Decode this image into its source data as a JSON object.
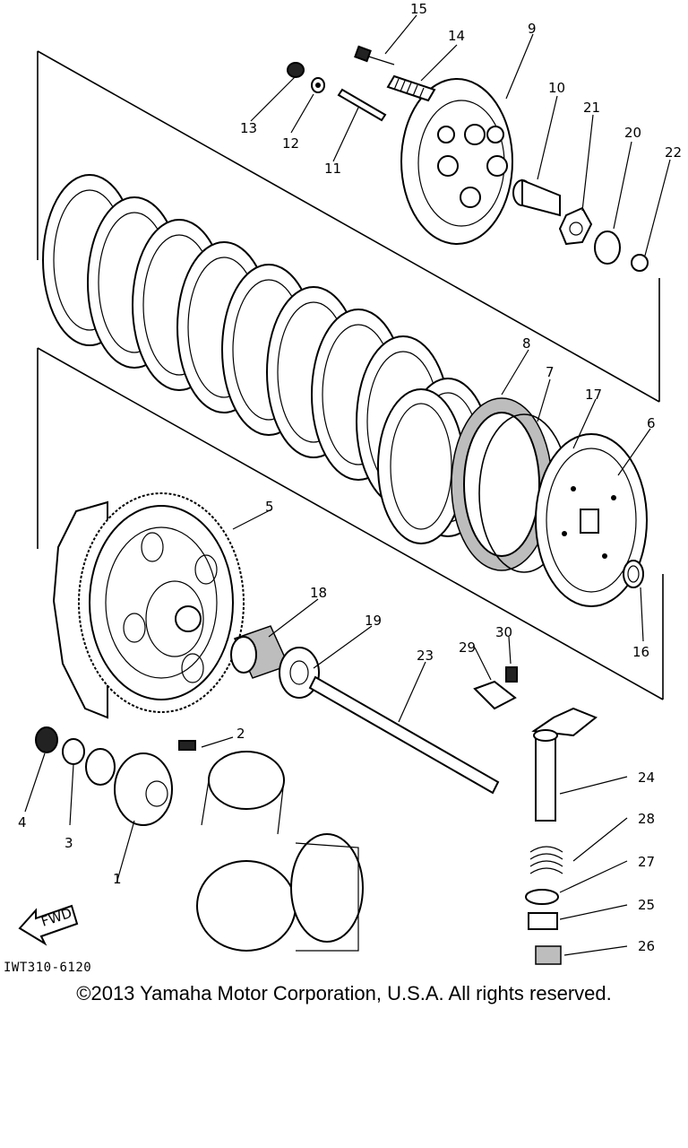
{
  "diagram": {
    "callouts": [
      "1",
      "2",
      "3",
      "4",
      "5",
      "6",
      "7",
      "8",
      "9",
      "10",
      "11",
      "12",
      "13",
      "14",
      "15",
      "16",
      "17",
      "18",
      "19",
      "20",
      "21",
      "22",
      "23",
      "24",
      "25",
      "26",
      "27",
      "28",
      "29",
      "30"
    ],
    "direction_label": "FWD",
    "drawing_code": "IWT310-6120"
  },
  "footer": {
    "copyright": "©2013 Yamaha Motor Corporation, U.S.A. All rights reserved."
  }
}
